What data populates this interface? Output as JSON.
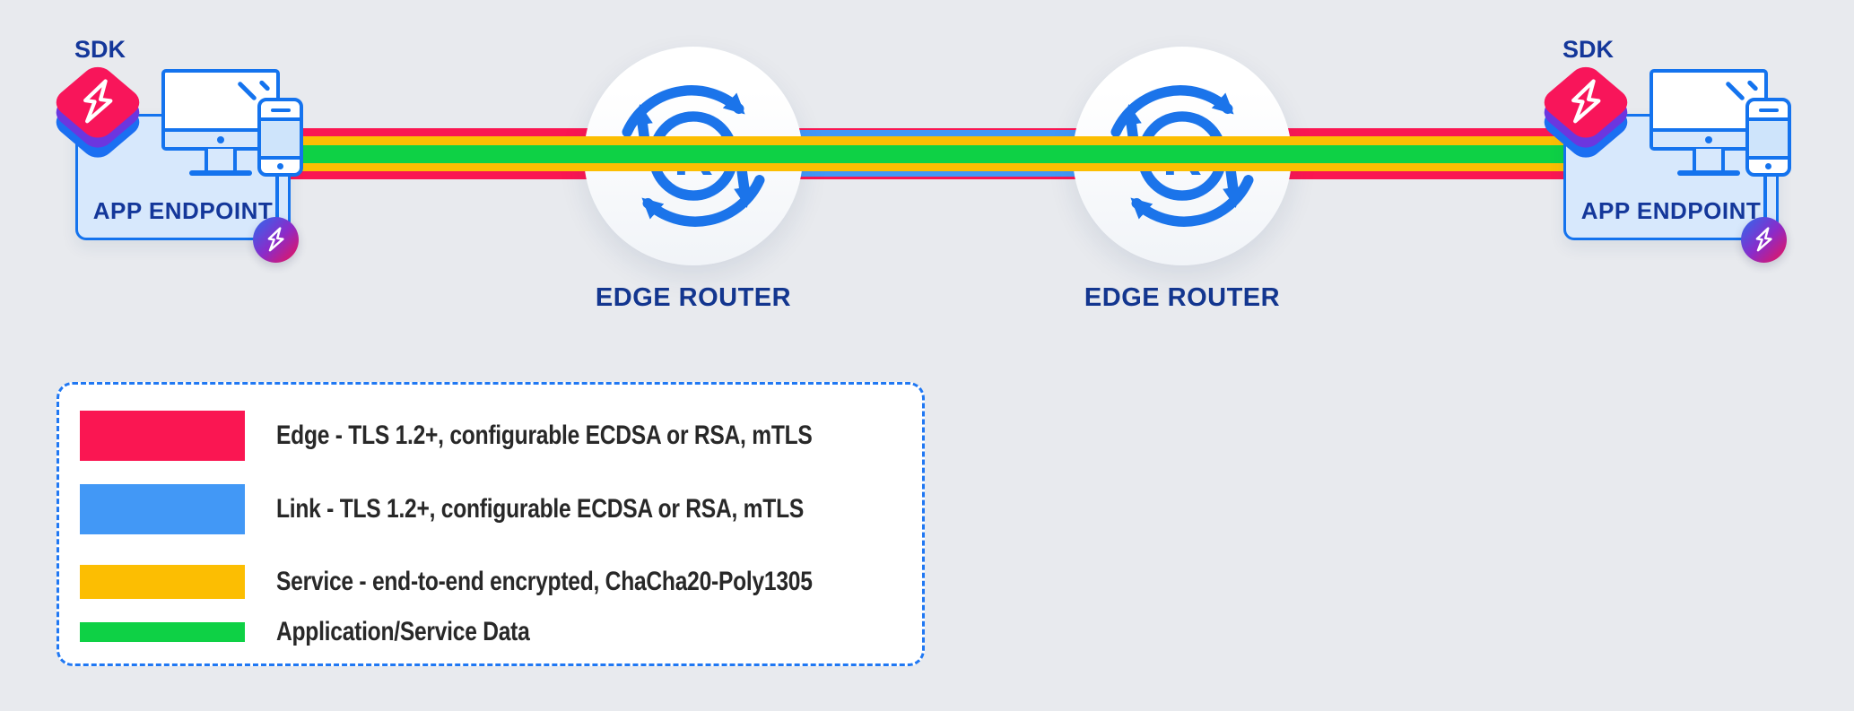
{
  "colors": {
    "edge_red": "#fa1652",
    "link_blue": "#4298f6",
    "service_yellow": "#fcbe02",
    "data_green": "#0ed145",
    "outline_blue": "#1473ee",
    "router_blue": "#1b74ea",
    "navy_text": "#14379a",
    "stack_red": "#f8155a",
    "stack_purple": "#6c36df",
    "stack_blue": "#1b6ff2",
    "badge_gradient": "linear-gradient(135deg,#2b6bef 0%,#8b2bc9 52%,#ee1254 100%)"
  },
  "endpoints": [
    {
      "sdk_label": "SDK",
      "label": "APP ENDPOINT"
    },
    {
      "sdk_label": "SDK",
      "label": "APP ENDPOINT"
    }
  ],
  "routers": [
    {
      "label": "EDGE ROUTER",
      "icon_letter": "R"
    },
    {
      "label": "EDGE ROUTER",
      "icon_letter": "R"
    }
  ],
  "legend": {
    "rows": [
      {
        "name": "edge",
        "color": "#fa1652",
        "label": "Edge - TLS 1.2+, configurable ECDSA or RSA, mTLS"
      },
      {
        "name": "link",
        "color": "#4298f6",
        "label": "Link - TLS 1.2+, configurable ECDSA or RSA, mTLS"
      },
      {
        "name": "service",
        "color": "#fcbe02",
        "label": "Service - end-to-end encrypted, ChaCha20-Poly1305"
      },
      {
        "name": "data",
        "color": "#0ed145",
        "label": "Application/Service Data"
      }
    ]
  }
}
